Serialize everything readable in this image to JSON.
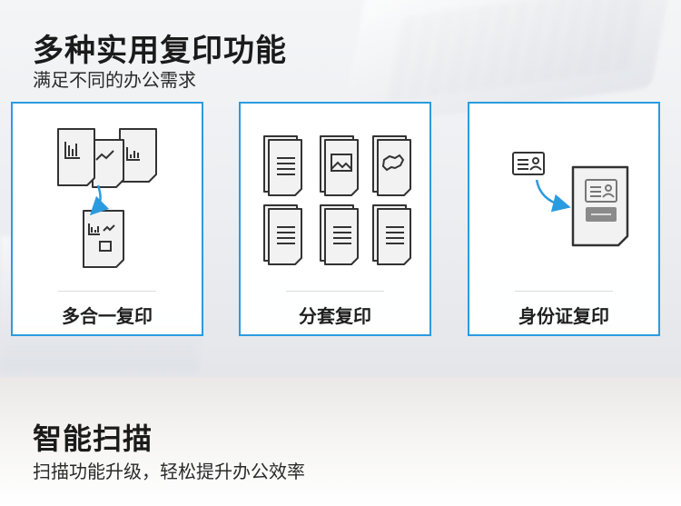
{
  "section1": {
    "title": "多种实用复印功能",
    "subtitle": "满足不同的办公需求"
  },
  "cards": [
    {
      "label": "多合一复印",
      "icon": "multi-page-to-one-copy-icon"
    },
    {
      "label": "分套复印",
      "icon": "collate-copy-icon"
    },
    {
      "label": "身份证复印",
      "icon": "id-card-copy-icon"
    }
  ],
  "section2": {
    "title": "智能扫描",
    "subtitle": "扫描功能升级，轻松提升办公效率"
  },
  "colors": {
    "accent": "#2b9be0",
    "icon_stroke": "#333333",
    "arrow": "#2b9be0"
  }
}
